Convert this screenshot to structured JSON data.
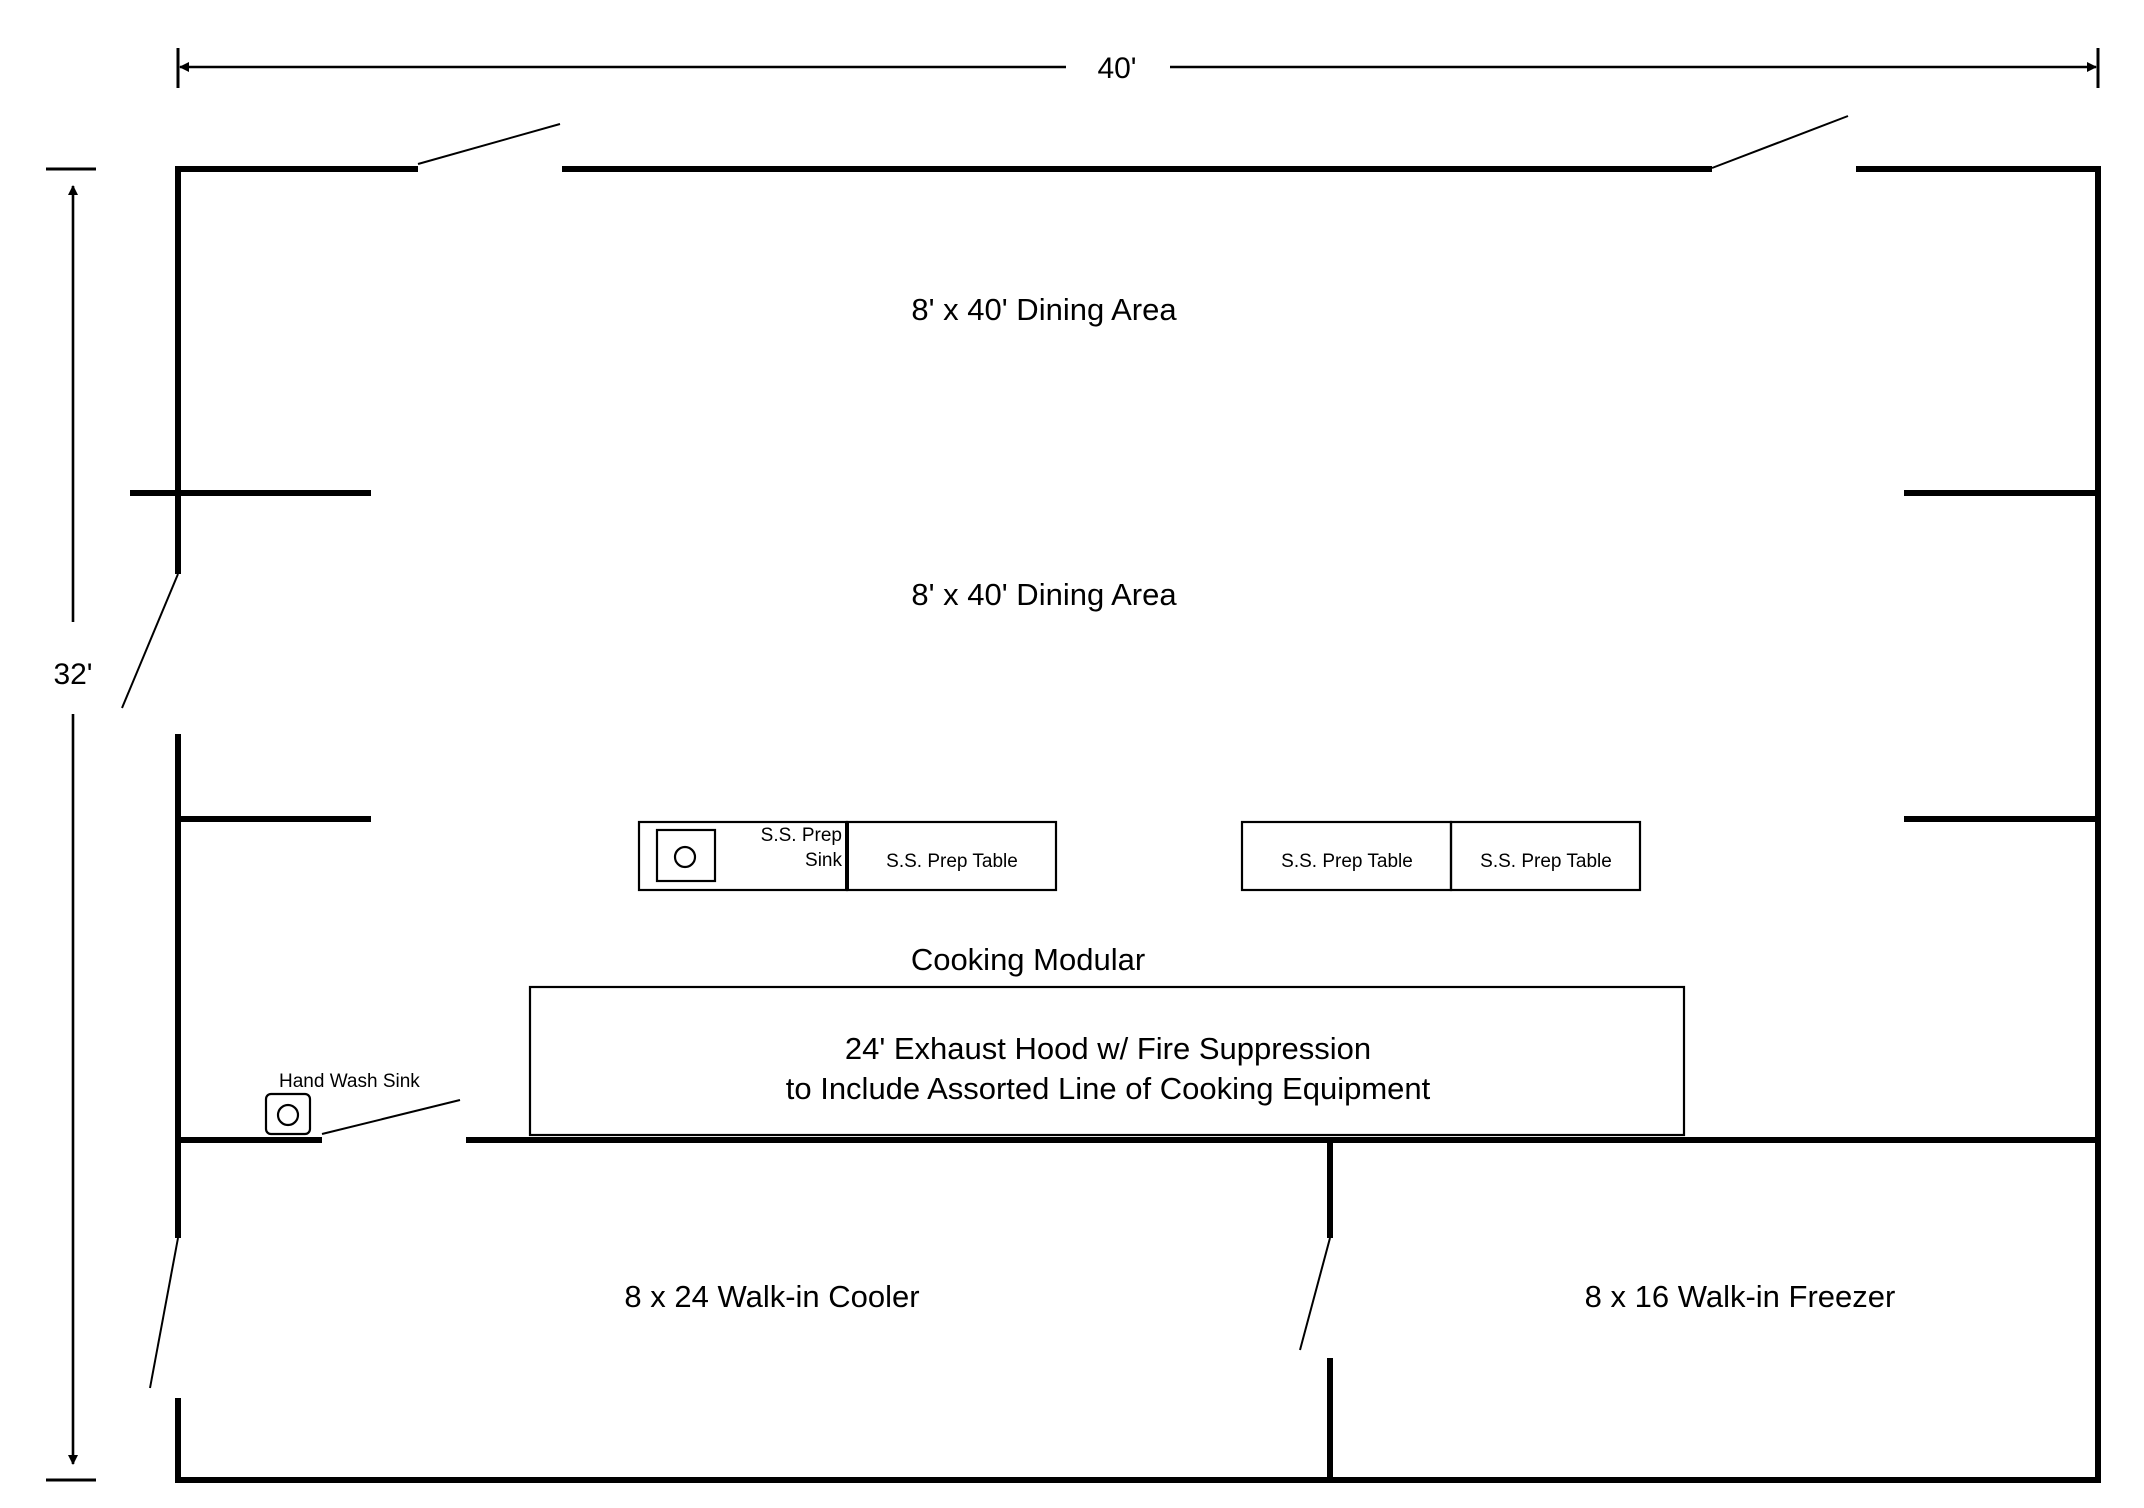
{
  "dimensions": {
    "width": "40'",
    "height": "32'"
  },
  "rooms": {
    "dining_1": "8' x 40' Dining Area",
    "dining_2": "8' x 40' Dining Area",
    "cooler": "8 x 24 Walk-in Cooler",
    "freezer": "8 x 16 Walk-in Freezer"
  },
  "equipment": {
    "prep_sink_line1": "S.S. Prep",
    "prep_sink_line2": "Sink",
    "prep_table_1": "S.S. Prep Table",
    "prep_table_2": "S.S. Prep Table",
    "prep_table_3": "S.S. Prep Table",
    "cooking_label": "Cooking Modular",
    "hood_line1": "24' Exhaust Hood w/ Fire Suppression",
    "hood_line2": "to Include Assorted Line of Cooking Equipment",
    "hand_wash": "Hand Wash Sink"
  }
}
